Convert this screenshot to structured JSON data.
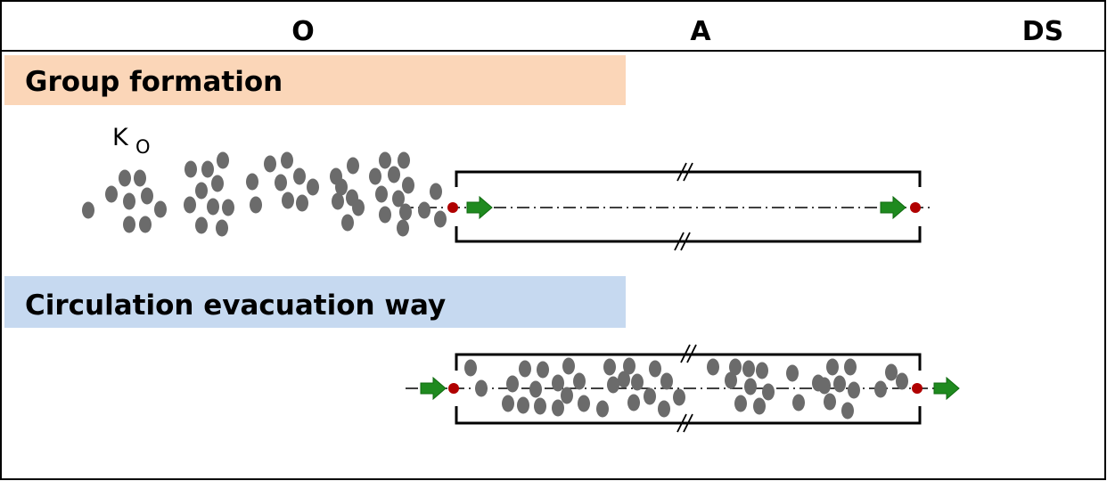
{
  "header": {
    "col_o": "O",
    "col_a": "A",
    "col_ds": "DS"
  },
  "section_group": {
    "title": "Group formation",
    "band_color": "#fbd6b8",
    "crowd_label": "K",
    "crowd_label_sub": "O"
  },
  "section_circulation": {
    "title": "Circulation evacuation way",
    "band_color": "#c6d9f0"
  },
  "colors": {
    "person": "#6b6b6b",
    "node": "#b00000",
    "flow_arrow": "#1f8a1f"
  }
}
